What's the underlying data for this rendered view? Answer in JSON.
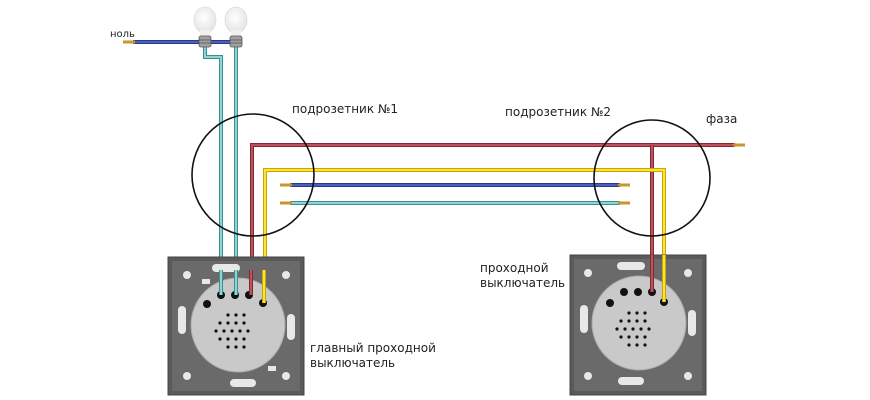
{
  "labels": {
    "neutral": "ноль",
    "junction_box_1": "подрозетник №1",
    "junction_box_2": "подрозетник №2",
    "phase": "фаза",
    "main_switch_line1": "главный проходной",
    "main_switch_line2": "выключатель",
    "switch2_line1": "проходной",
    "switch2_line2": "выключатель"
  },
  "wire_colors": {
    "neutral_blue": "#3a4fa8",
    "teal": "#6fbfc0",
    "phase_red": "#a8404c",
    "yellow": "#f2d21c",
    "copper_tip": "#c8962c"
  },
  "components": {
    "lamps": 2,
    "junction_boxes": 2,
    "switches": [
      "main pass-through switch",
      "pass-through switch"
    ]
  }
}
